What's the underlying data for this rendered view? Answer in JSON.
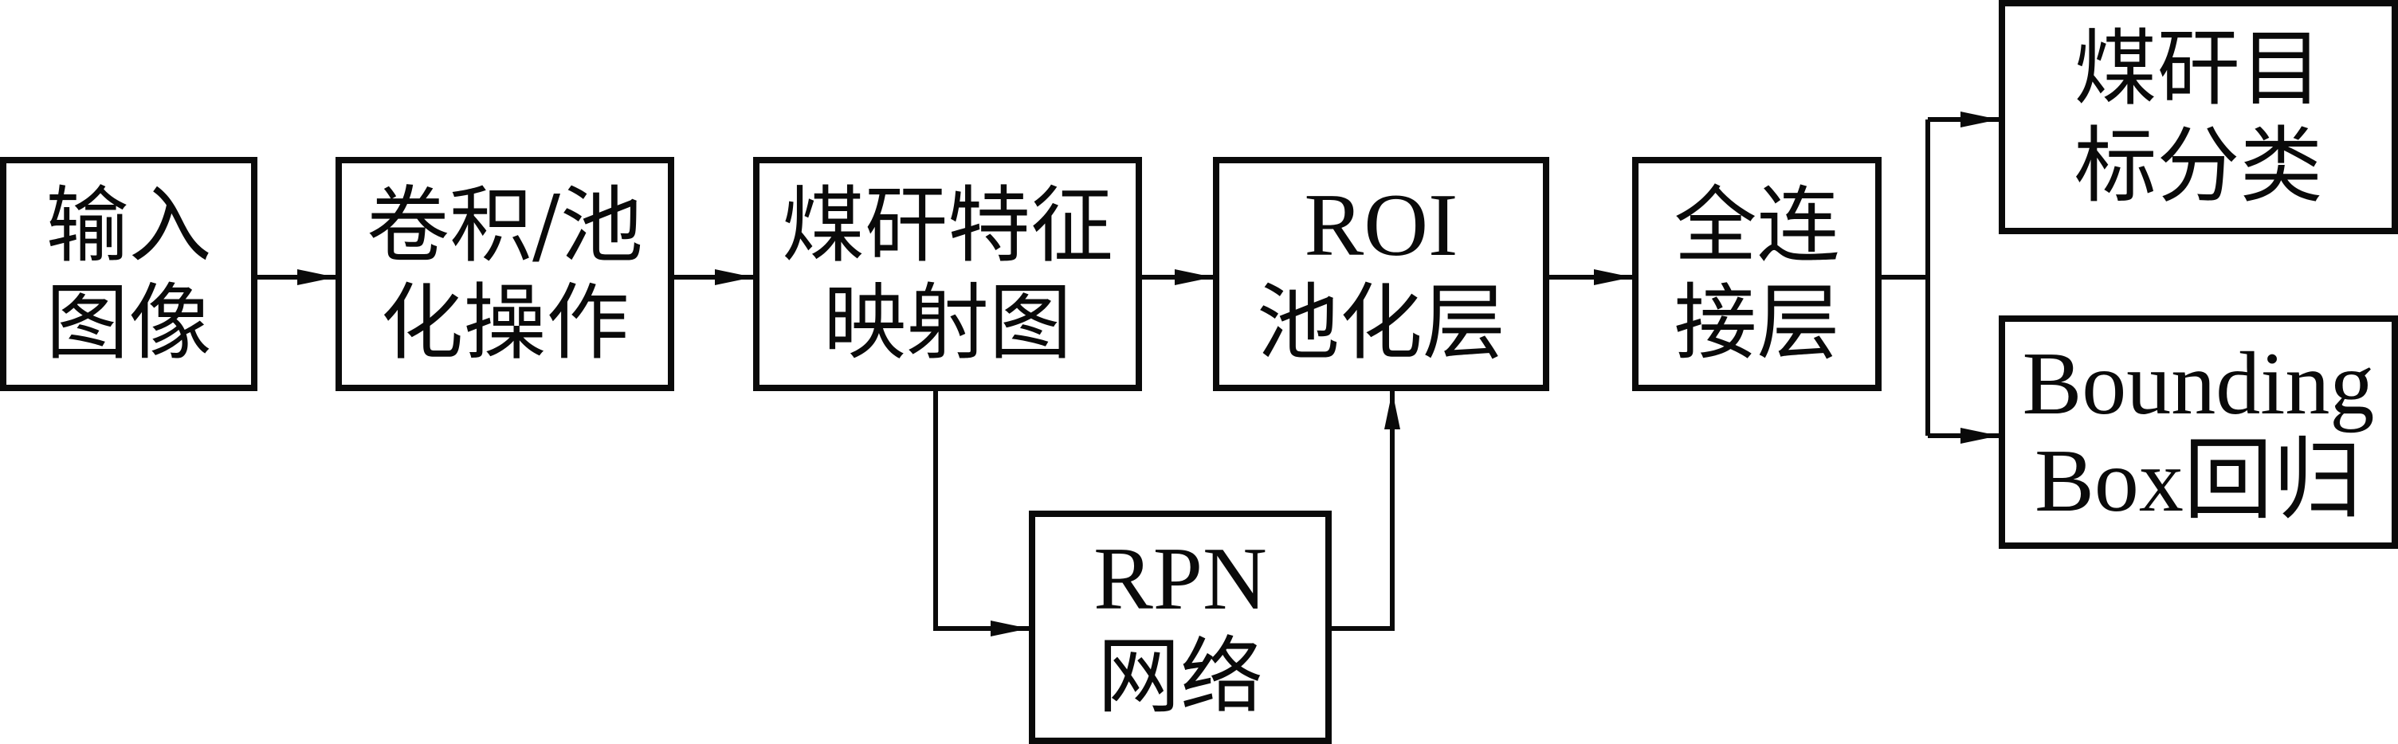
{
  "diagram": {
    "title": "",
    "line_color": "#0a0a0a",
    "nodes": [
      {
        "id": "input-image",
        "lines": [
          "输入",
          "图像"
        ]
      },
      {
        "id": "conv-pool",
        "lines": [
          "卷积/池",
          "化操作"
        ]
      },
      {
        "id": "feature-map",
        "lines": [
          "煤矸特征",
          "映射图"
        ]
      },
      {
        "id": "roi-pooling",
        "lines": [
          "ROI",
          "池化层"
        ]
      },
      {
        "id": "fully-connected",
        "lines": [
          "全连",
          "接层"
        ]
      },
      {
        "id": "classification",
        "lines": [
          "煤矸目",
          "标分类"
        ]
      },
      {
        "id": "bbox-regression",
        "lines": [
          "Bounding",
          "Box回归"
        ]
      },
      {
        "id": "rpn",
        "lines": [
          "RPN",
          "网络"
        ]
      }
    ],
    "edges": [
      {
        "from": "input-image",
        "to": "conv-pool"
      },
      {
        "from": "conv-pool",
        "to": "feature-map"
      },
      {
        "from": "feature-map",
        "to": "roi-pooling"
      },
      {
        "from": "feature-map",
        "to": "rpn"
      },
      {
        "from": "rpn",
        "to": "roi-pooling"
      },
      {
        "from": "roi-pooling",
        "to": "fully-connected"
      },
      {
        "from": "fully-connected",
        "to": "classification"
      },
      {
        "from": "fully-connected",
        "to": "bbox-regression"
      }
    ]
  }
}
